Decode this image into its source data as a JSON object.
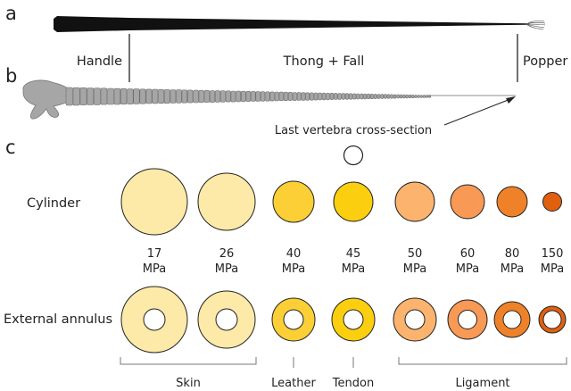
{
  "panels": {
    "a": "a",
    "b": "b",
    "c": "c"
  },
  "whip_labels": {
    "handle": "Handle",
    "thong_fall": "Thong + Fall",
    "popper": "Popper",
    "last_vertebra": "Last vertebra cross-section"
  },
  "row_labels": {
    "cylinder": "Cylinder",
    "annulus": "External annulus"
  },
  "unit": "MPa",
  "moduli": [
    "17",
    "26",
    "40",
    "45",
    "50",
    "60",
    "80",
    "150"
  ],
  "material_groups": [
    {
      "name": "Skin",
      "members": [
        0,
        1
      ]
    },
    {
      "name": "Leather",
      "members": [
        2
      ]
    },
    {
      "name": "Tendon",
      "members": [
        3
      ]
    },
    {
      "name": "Ligament",
      "members": [
        4,
        5,
        6,
        7
      ]
    }
  ],
  "colors": {
    "skin": "#fde9a8",
    "leather": "#fbcf35",
    "tendon": "#fbcf10",
    "ligament_50": "#fbb36e",
    "ligament_60": "#f89955",
    "ligament_80": "#ef8228",
    "ligament_150": "#e0600f",
    "whip": "#111111",
    "vertebrae": "#a6a6a6"
  }
}
